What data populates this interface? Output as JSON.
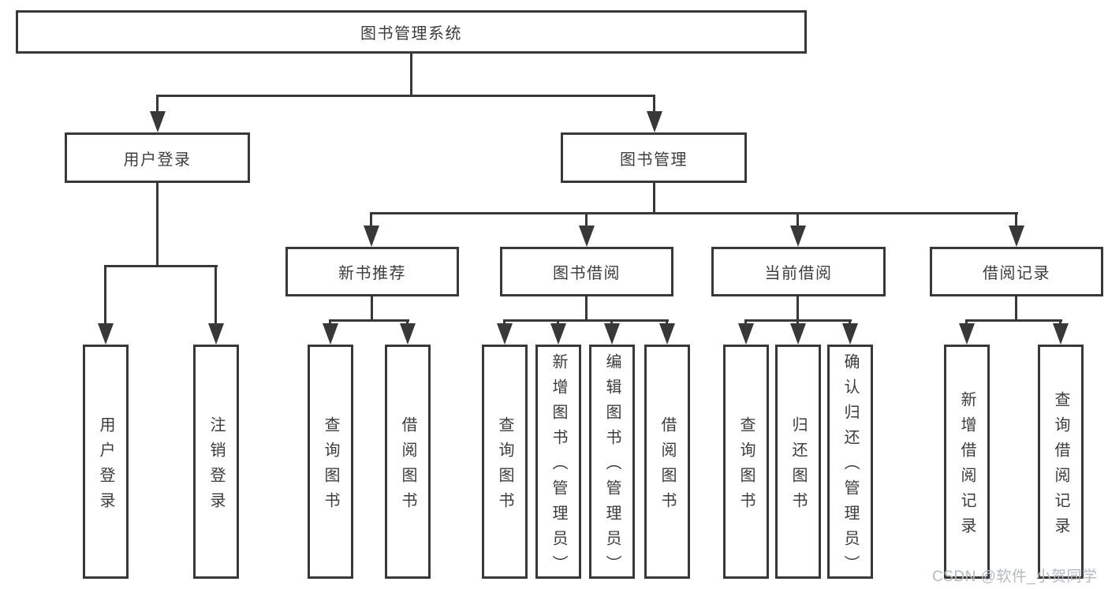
{
  "diagram": {
    "root": {
      "label": "图书管理系统"
    },
    "level2": [
      {
        "id": "user-login",
        "label": "用户登录"
      },
      {
        "id": "book-management",
        "label": "图书管理"
      }
    ],
    "level3": [
      {
        "id": "new-book-recommend",
        "label": "新书推荐"
      },
      {
        "id": "book-borrow",
        "label": "图书借阅"
      },
      {
        "id": "current-borrow",
        "label": "当前借阅"
      },
      {
        "id": "borrow-records",
        "label": "借阅记录"
      }
    ],
    "leaves": {
      "login": [
        {
          "label": "用户登录"
        },
        {
          "label": "注销登录"
        }
      ],
      "newbook": [
        {
          "label": "查询图书"
        },
        {
          "label": "借阅图书"
        }
      ],
      "borrow": [
        {
          "label": "查询图书"
        },
        {
          "label": "新增图书（管理员）"
        },
        {
          "label": "编辑图书（管理员）"
        },
        {
          "label": "借阅图书"
        }
      ],
      "current": [
        {
          "label": "查询图书"
        },
        {
          "label": "归还图书"
        },
        {
          "label": "确认归还（管理员）"
        }
      ],
      "records": [
        {
          "label": "新增借阅记录"
        },
        {
          "label": "查询借阅记录"
        }
      ]
    }
  },
  "watermark": {
    "text": "CSDN @软件_小贺同学"
  },
  "colors": {
    "line": "#383838",
    "text": "#3c3c3c",
    "watermark": "#b5bac0",
    "background": "#ffffff"
  }
}
